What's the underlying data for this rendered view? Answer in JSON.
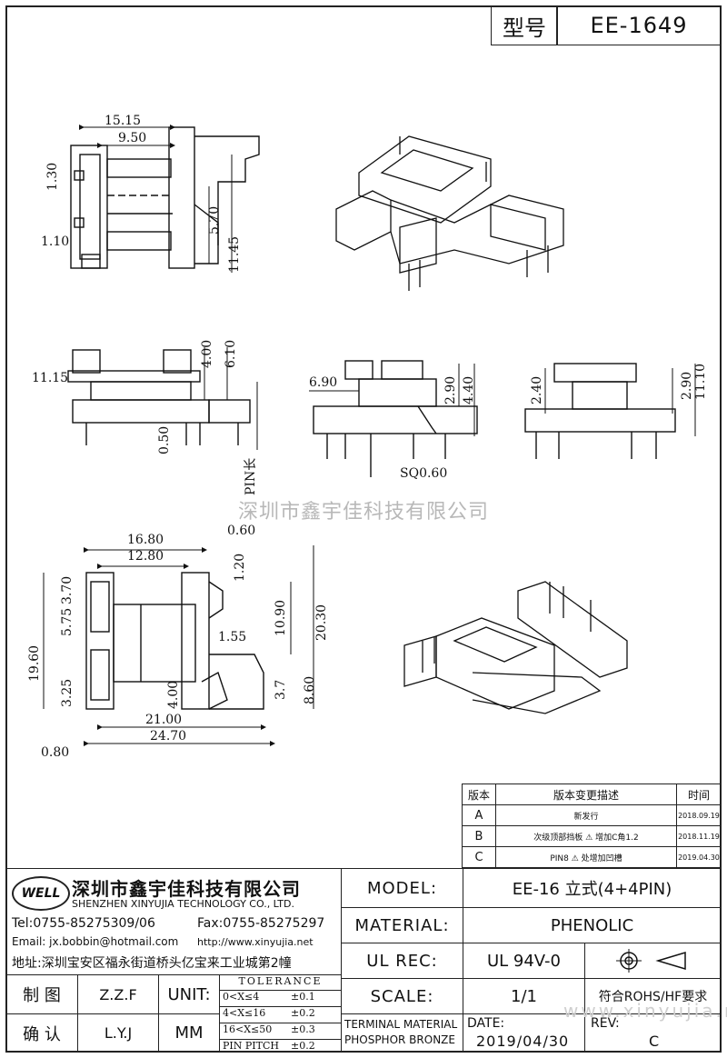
{
  "header": {
    "model_label": "型号",
    "model_value": "EE-1649"
  },
  "watermark": "深圳市鑫宇佳科技有限公司",
  "watermark_url": "www.xinyujia.net",
  "dimensions": {
    "A": "15.15",
    "B": "9.50",
    "C": "5.70",
    "D": "11.45",
    "E": "11.15",
    "F": "4.00",
    "G": "6.10",
    "H": "6.90",
    "I": "2.90",
    "J": "4.40",
    "K": "SQ0.60",
    "L": "11.10",
    "M": "3.25",
    "N": "19.60",
    "O": "5.75",
    "P": "3.70",
    "Q": "16.80",
    "R": "12.80",
    "S": "10.90",
    "T": "20.30",
    "U": "3.7",
    "V": "8.60",
    "W": "21.00",
    "X": "24.70",
    "d_130": "1.30",
    "d_110": "1.10",
    "d_050": "0.50",
    "d_240": "2.40",
    "d_290b": "2.90",
    "d_060": "0.60",
    "d_120": "1.20",
    "d_155": "1.55",
    "d_400b": "4.00",
    "d_080": "0.80",
    "pin_len": "PIN长"
  },
  "revisions": {
    "headers": [
      "版本",
      "版本变更描述",
      "时间"
    ],
    "rows": [
      {
        "ver": "A",
        "desc": "新发行",
        "date": "2018.09.19"
      },
      {
        "ver": "B",
        "desc": "次级顶部挡板 ⚠ 增加C角1.2",
        "date": "2018.11.19"
      },
      {
        "ver": "C",
        "desc": "PIN8 ⚠ 处增加凹槽",
        "date": "2019.04.30"
      }
    ]
  },
  "company": {
    "logo": "WELL",
    "name_cn": "深圳市鑫宇佳科技有限公司",
    "name_en": "SHENZHEN XINYUJIA TECHNOLOGY CO., LTD.",
    "tel": "Tel:0755-85275309/06",
    "fax": "Fax:0755-85275297",
    "email": "Email: jx.bobbin@hotmail.com",
    "web": "http://www.xinyujia.net",
    "address": "地址:深圳宝安区福永街道桥头亿宝来工业城第2幢"
  },
  "titleblock": {
    "model_label": "MODEL:",
    "model_value": "EE-16 立式(4+4PIN)",
    "material_label": "MATERIAL:",
    "material_value": "PHENOLIC",
    "ulrec_label": "UL REC:",
    "ulrec_value": "UL 94V-0",
    "scale_label": "SCALE:",
    "scale_value": "1/1",
    "rohs": "符合ROHS/HF要求",
    "terminal_material": "TERMINAL MATERIAL",
    "terminal_value": "PHOSPHOR BRONZE",
    "date_label": "DATE:",
    "date_value": "2019/04/30",
    "rev_label": "REV:",
    "rev_value": "C",
    "drawn_label": "制 图",
    "drawn_value": "Z.Z.F",
    "checked_label": "确 认",
    "checked_value": "L.Y.J",
    "unit_label": "UNIT:",
    "unit_value": "MM",
    "tolerance_title": "TOLERANCE",
    "tolerances": [
      {
        "range": "0<X≤4",
        "tol": "±0.1"
      },
      {
        "range": "4<X≤16",
        "tol": "±0.2"
      },
      {
        "range": "16<X≤50",
        "tol": "±0.3"
      },
      {
        "range": "PIN PITCH",
        "tol": "±0.2"
      }
    ]
  }
}
